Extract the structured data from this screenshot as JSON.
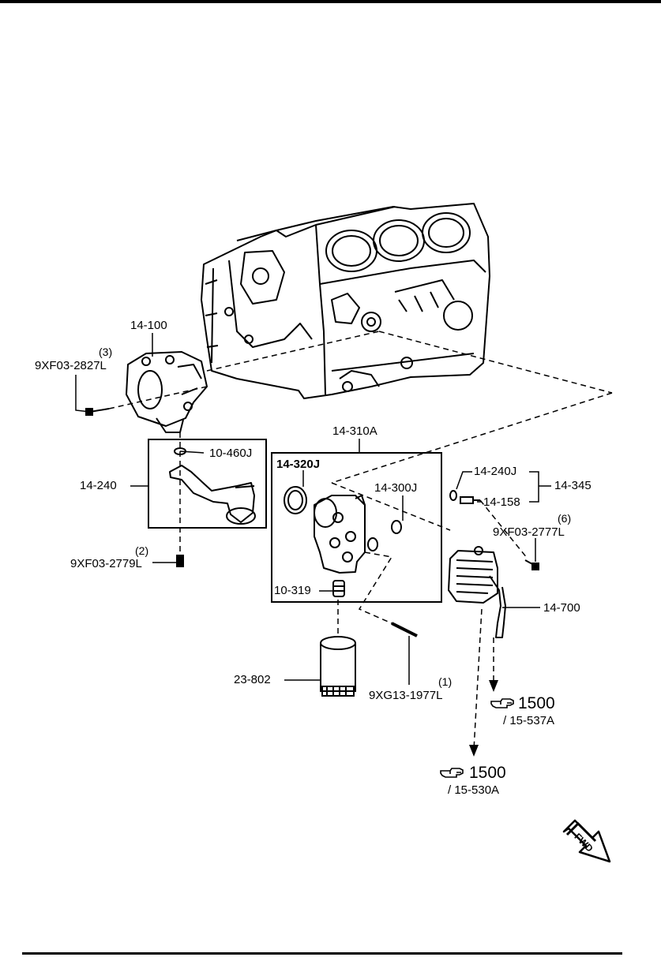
{
  "labels": {
    "p14_100": "14-100",
    "qty3": "(3)",
    "bolt_2827": "9XF03-2827L",
    "p10_460j": "10-460J",
    "p14_240": "14-240",
    "qty2": "(2)",
    "bolt_2779": "9XF03-2779L",
    "p14_310a": "14-310A",
    "p14_320j": "14-320J",
    "p14_300j": "14-300J",
    "p10_319": "10-319",
    "p23_802": "23-802",
    "qty1": "(1)",
    "bolt_1977": "9XG13-1977L",
    "p14_240j": "14-240J",
    "p14_158": "14-158",
    "p14_345": "14-345",
    "qty6": "(6)",
    "bolt_2777": "9XF03-2777L",
    "p14_700": "14-700",
    "ref1_num": "1500",
    "ref1_sub": "/ 15-537A",
    "ref2_num": "1500",
    "ref2_sub": "/ 15-530A",
    "fwd": "FWD"
  },
  "icons": {
    "reference": "pointing-hand-icon",
    "direction": "forward-arrow-icon"
  },
  "colors": {
    "ink": "#000000",
    "paper": "#ffffff"
  }
}
